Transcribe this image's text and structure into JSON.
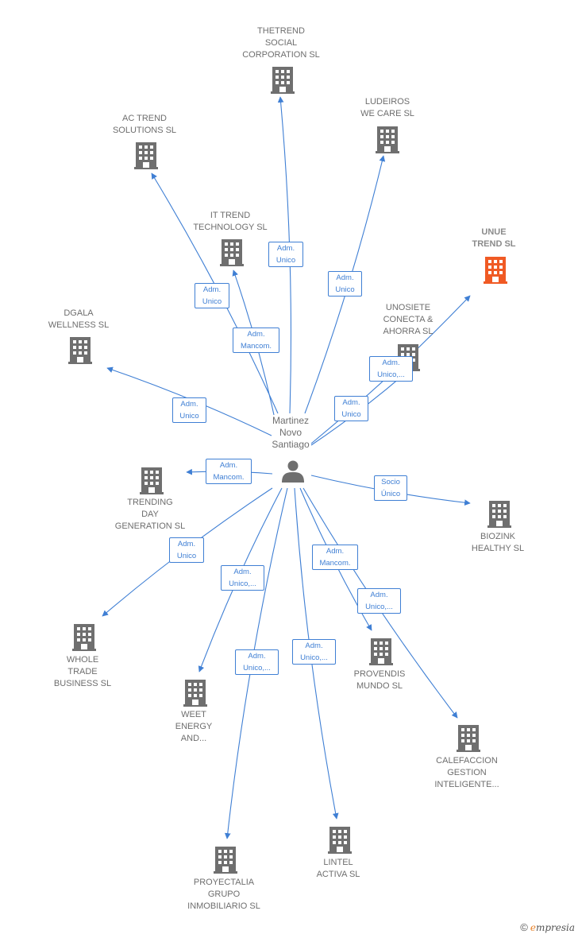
{
  "center": {
    "name_lines": [
      "Martinez",
      "Novo",
      "Santiago"
    ]
  },
  "companies": [
    {
      "id": "thetrend",
      "lines": [
        "THETREND",
        "SOCIAL",
        "CORPORATION SL"
      ],
      "highlight": false
    },
    {
      "id": "ludeiros",
      "lines": [
        "LUDEIROS",
        "WE CARE  SL"
      ],
      "highlight": false
    },
    {
      "id": "actrend",
      "lines": [
        "AC TREND",
        "SOLUTIONS SL"
      ],
      "highlight": false
    },
    {
      "id": "ittrend",
      "lines": [
        "IT TREND",
        "TECHNOLOGY SL"
      ],
      "highlight": false
    },
    {
      "id": "unue",
      "lines": [
        "UNUE",
        "TREND  SL"
      ],
      "highlight": true
    },
    {
      "id": "unosiete",
      "lines": [
        "UNOSIETE",
        "CONECTA &",
        "AHORRA  SL"
      ],
      "highlight": false
    },
    {
      "id": "dgala",
      "lines": [
        "DGALA",
        "WELLNESS  SL"
      ],
      "highlight": false
    },
    {
      "id": "trending",
      "lines": [
        "TRENDING",
        "DAY",
        "GENERATION SL"
      ],
      "highlight": false
    },
    {
      "id": "biozink",
      "lines": [
        "BIOZINK",
        "HEALTHY  SL"
      ],
      "highlight": false
    },
    {
      "id": "whole",
      "lines": [
        "WHOLE",
        "TRADE",
        "BUSINESS  SL"
      ],
      "highlight": false
    },
    {
      "id": "weet",
      "lines": [
        "WEET",
        "ENERGY",
        "AND..."
      ],
      "highlight": false
    },
    {
      "id": "provendis",
      "lines": [
        "PROVENDIS",
        "MUNDO SL"
      ],
      "highlight": false
    },
    {
      "id": "calefaccion",
      "lines": [
        "CALEFACCION",
        "GESTION",
        "INTELIGENTE..."
      ],
      "highlight": false
    },
    {
      "id": "proyectalia",
      "lines": [
        "PROYECTALIA",
        "GRUPO",
        "INMOBILIARIO SL"
      ],
      "highlight": false
    },
    {
      "id": "lintel",
      "lines": [
        "LINTEL",
        "ACTIVA  SL"
      ],
      "highlight": false
    }
  ],
  "relations": [
    {
      "target": "thetrend",
      "label_lines": [
        "Adm.",
        "Unico"
      ]
    },
    {
      "target": "ludeiros",
      "label_lines": [
        "Adm.",
        "Unico"
      ]
    },
    {
      "target": "actrend",
      "label_lines": [
        "Adm.",
        "Unico"
      ]
    },
    {
      "target": "ittrend",
      "label_lines": [
        "Adm.",
        "Mancom."
      ]
    },
    {
      "target": "unue",
      "label_lines": [
        "Adm.",
        "Unico,..."
      ]
    },
    {
      "target": "unosiete",
      "label_lines": [
        "Adm.",
        "Unico"
      ]
    },
    {
      "target": "dgala",
      "label_lines": [
        "Adm.",
        "Unico"
      ]
    },
    {
      "target": "trending",
      "label_lines": [
        "Adm.",
        "Mancom."
      ]
    },
    {
      "target": "biozink",
      "label_lines": [
        "Socio",
        "Único"
      ]
    },
    {
      "target": "whole",
      "label_lines": [
        "Adm.",
        "Unico"
      ]
    },
    {
      "target": "weet",
      "label_lines": [
        "Adm.",
        "Unico,..."
      ]
    },
    {
      "target": "provendis",
      "label_lines": [
        "Adm.",
        "Mancom."
      ]
    },
    {
      "target": "calefaccion",
      "label_lines": [
        "Adm.",
        "Unico,..."
      ]
    },
    {
      "target": "proyectalia",
      "label_lines": [
        "Adm.",
        "Unico,..."
      ]
    },
    {
      "target": "lintel",
      "label_lines": [
        "Adm.",
        "Unico,..."
      ]
    }
  ],
  "colors": {
    "edge": "#3f7fd4",
    "building": "#6f6f6f",
    "building_highlight": "#f05a24",
    "person": "#6f6f6f"
  },
  "branding": {
    "copyright_symbol": "©",
    "brand_initial": "e",
    "brand_rest": "mpresia"
  }
}
